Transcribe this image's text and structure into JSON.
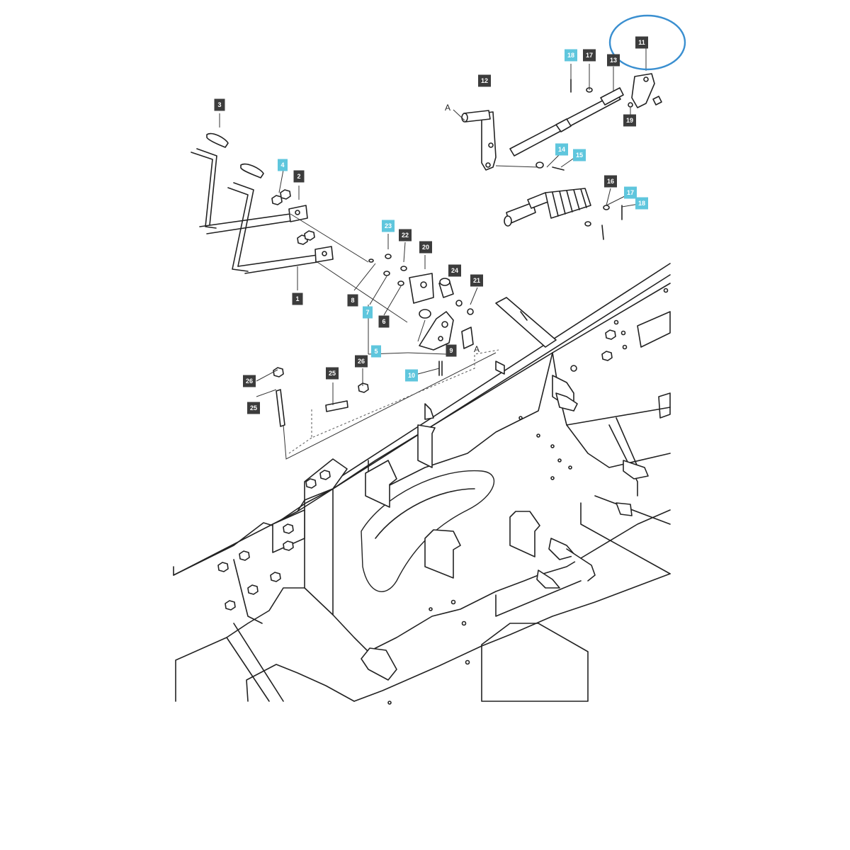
{
  "diagram": {
    "highlight_color": "#3a8fd0",
    "tag_colors": {
      "dark": "#3c3c3c",
      "blue": "#5fc6dd"
    },
    "callouts": [
      {
        "id": "c-11",
        "label": "11",
        "style": "dark"
      },
      {
        "id": "c-18a",
        "label": "18",
        "style": "blue"
      },
      {
        "id": "c-17a",
        "label": "17",
        "style": "dark"
      },
      {
        "id": "c-13",
        "label": "13",
        "style": "dark"
      },
      {
        "id": "c-12",
        "label": "12",
        "style": "dark"
      },
      {
        "id": "c-19",
        "label": "19",
        "style": "dark"
      },
      {
        "id": "c-14",
        "label": "14",
        "style": "blue"
      },
      {
        "id": "c-15",
        "label": "15",
        "style": "blue"
      },
      {
        "id": "c-16",
        "label": "16",
        "style": "dark"
      },
      {
        "id": "c-17b",
        "label": "17",
        "style": "blue"
      },
      {
        "id": "c-18b",
        "label": "18",
        "style": "blue"
      },
      {
        "id": "c-3",
        "label": "3",
        "style": "dark"
      },
      {
        "id": "c-4",
        "label": "4",
        "style": "blue"
      },
      {
        "id": "c-2",
        "label": "2",
        "style": "dark"
      },
      {
        "id": "c-1",
        "label": "1",
        "style": "dark"
      },
      {
        "id": "c-23",
        "label": "23",
        "style": "blue"
      },
      {
        "id": "c-22",
        "label": "22",
        "style": "dark"
      },
      {
        "id": "c-20",
        "label": "20",
        "style": "dark"
      },
      {
        "id": "c-24",
        "label": "24",
        "style": "dark"
      },
      {
        "id": "c-21",
        "label": "21",
        "style": "dark"
      },
      {
        "id": "c-8",
        "label": "8",
        "style": "dark"
      },
      {
        "id": "c-7",
        "label": "7",
        "style": "blue"
      },
      {
        "id": "c-6",
        "label": "6",
        "style": "dark"
      },
      {
        "id": "c-5",
        "label": "5",
        "style": "blue"
      },
      {
        "id": "c-9",
        "label": "9",
        "style": "dark"
      },
      {
        "id": "c-10",
        "label": "10",
        "style": "blue"
      },
      {
        "id": "c-25a",
        "label": "25",
        "style": "dark"
      },
      {
        "id": "c-26a",
        "label": "26",
        "style": "dark"
      },
      {
        "id": "c-26b",
        "label": "26",
        "style": "dark"
      },
      {
        "id": "c-25b",
        "label": "25",
        "style": "dark"
      }
    ],
    "letters": [
      {
        "id": "l-a1",
        "label": "A"
      },
      {
        "id": "l-a2",
        "label": "A"
      }
    ]
  }
}
